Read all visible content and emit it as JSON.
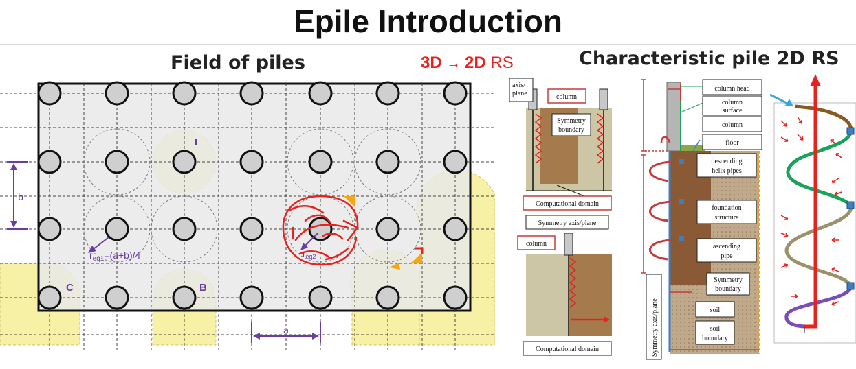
{
  "title": "Epile Introduction",
  "field_heading": "Field of piles",
  "rs_heading": {
    "from": "3D",
    "arrow": "→",
    "to": "2D",
    "suffix": "RS"
  },
  "pile_heading": "Characteristic pile 2D RS",
  "field": {
    "label_b": "b",
    "label_a": "a",
    "label_I": "I",
    "label_B": "B",
    "label_C": "C",
    "req1": {
      "r": "r",
      "sub": "eq1",
      "formula": "=(a+b)/4"
    },
    "req2": {
      "r": "r",
      "sub": "eq2"
    }
  },
  "small_diagrams": {
    "axis_plane": [
      "axis/",
      "plane"
    ],
    "column_top": "column",
    "symmetry_boundary": [
      "Symmetry",
      "boundary"
    ],
    "computational_domain_top": "Computational domain",
    "symmetry_axis_plane": "Symmetry axis/plane",
    "column_bottom": "column",
    "computational_domain_bottom": "Computational domain"
  },
  "pile_labels": {
    "column_head": "column head",
    "column_surface": [
      "column",
      "surface"
    ],
    "column": "column",
    "floor": "floor",
    "descending": [
      "descending",
      "helix pipes"
    ],
    "foundation": [
      "foundation",
      "structure"
    ],
    "ascending": [
      "ascending",
      "pipe"
    ],
    "symmetry_boundary": [
      "Symmetry",
      "boundary"
    ],
    "soil": "soil",
    "soil_boundary": [
      "soil",
      "boundary"
    ],
    "symmetry_axis": "Symmetry  axis/plane"
  },
  "colors": {
    "accent_red": "#e8221e",
    "purple": "#6a3ea0",
    "yellow_zone": "#f7f1a6",
    "soil": "#b7ab86",
    "foundation": "#8a5a36",
    "helix_green": "#1aa15a",
    "helix_brown": "#8a5a1e",
    "helix_khaki": "#9c9168",
    "helix_purple": "#7a4eb8",
    "blue": "#3c7fc4"
  }
}
